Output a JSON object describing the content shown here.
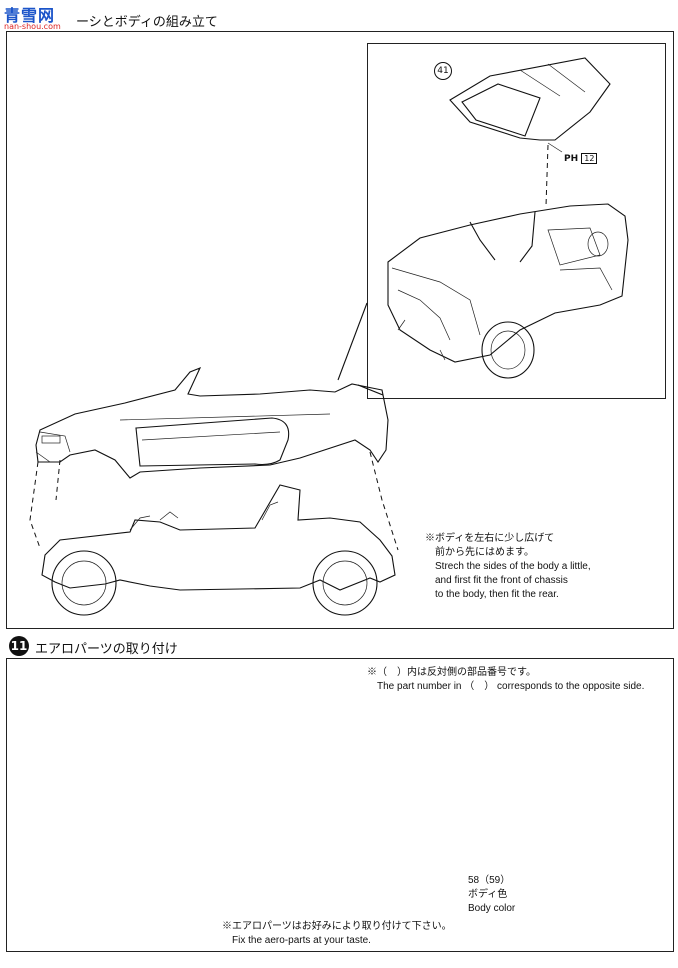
{
  "watermark": {
    "mark": "青雪网",
    "url": "nan-shou.com"
  },
  "step10": {
    "title": "ーシとボディの組み立て",
    "part_41": "41",
    "pin_label": "PH",
    "pin_num": "12",
    "note_jp_1": "※ボディを左右に少し広げて",
    "note_jp_2": "前から先にはめます。",
    "note_en_1": "Strech the sides of the body a little,",
    "note_en_2": "and first fit the front of chassis",
    "note_en_3": "to the body, then fit the rear."
  },
  "step11": {
    "number": "11",
    "title": "エアロパーツの取り付け",
    "note_top_jp": "※（　）内は反対側の部品番号です。",
    "note_top_en": "The part number in （　） corresponds to the opposite side.",
    "part_label": "58（59）",
    "color_jp": "ボディ色",
    "color_en": "Body color",
    "note_bottom_jp": "※エアロパーツはお好みにより取り付けて下さい。",
    "note_bottom_en": "Fix the aero-parts at your taste."
  }
}
